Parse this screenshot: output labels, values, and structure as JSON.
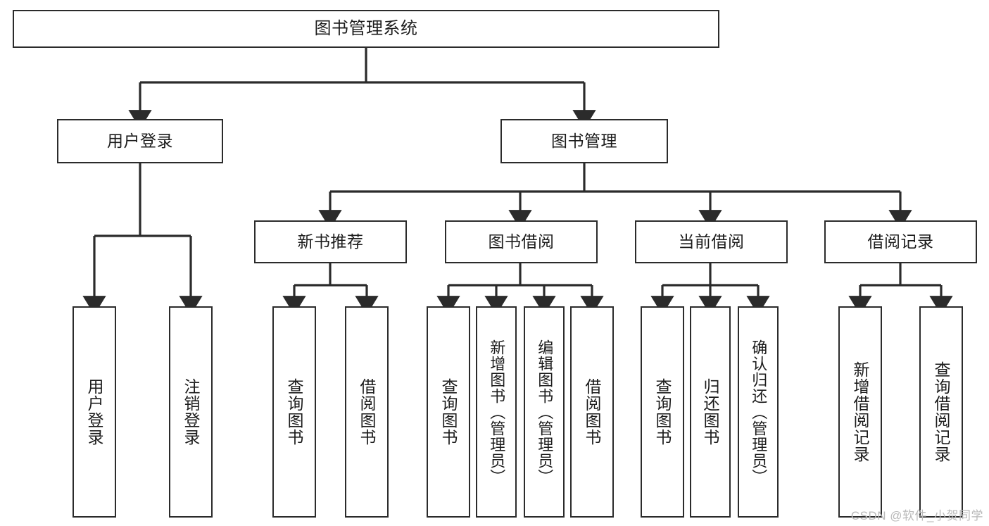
{
  "diagram": {
    "type": "tree",
    "title": "图书管理系统",
    "watermark": "CSDN @软件_小贺同学",
    "colors": {
      "stroke": "#2b2b2b",
      "fill": "#ffffff",
      "text": "#1c1c1c",
      "watermark": "#b9b9b9"
    },
    "nodes": {
      "root": "图书管理系统",
      "l2": {
        "user_login": "用户登录",
        "book_manage": "图书管理"
      },
      "l3": {
        "new_book_rec": "新书推荐",
        "book_borrow": "图书借阅",
        "current_borrow": "当前借阅",
        "borrow_record": "借阅记录"
      },
      "leaves": {
        "user_login_1": "用户登录",
        "user_login_2": "注销登录",
        "new_book_rec_1": "查询图书",
        "new_book_rec_2": "借阅图书",
        "book_borrow_1": "查询图书",
        "book_borrow_2": "新增图书（管理员）",
        "book_borrow_3": "编辑图书（管理员）",
        "book_borrow_4": "借阅图书",
        "current_borrow_1": "查询图书",
        "current_borrow_2": "归还图书",
        "current_borrow_3": "确认归还（管理员）",
        "borrow_record_1": "新增借阅记录",
        "borrow_record_2": "查询借阅记录"
      }
    }
  }
}
